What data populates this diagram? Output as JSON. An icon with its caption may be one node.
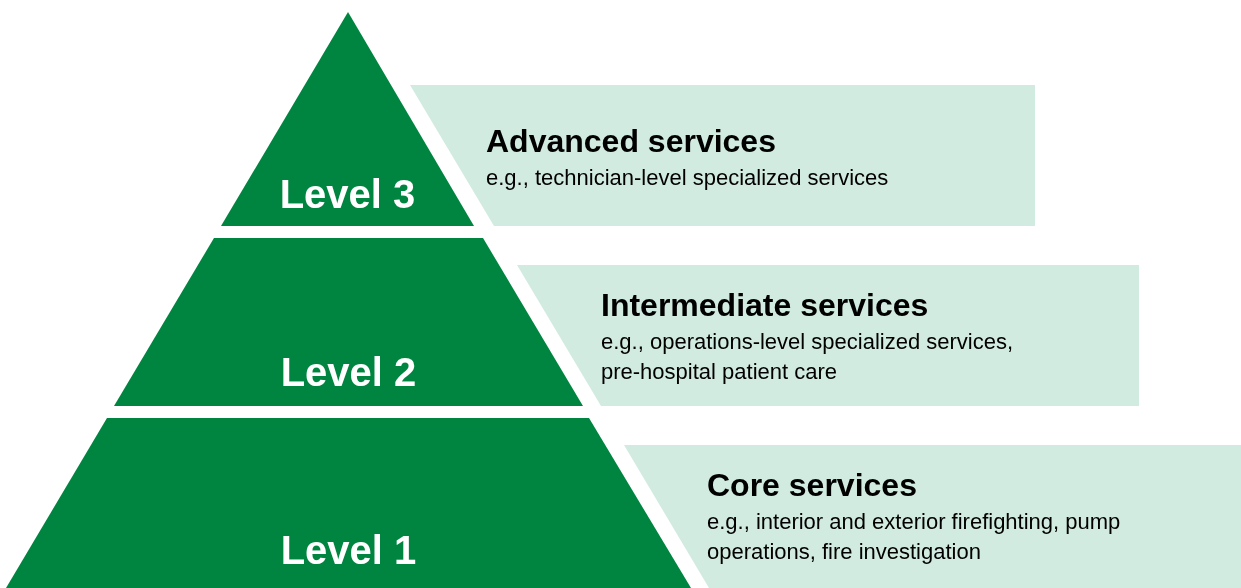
{
  "diagram": {
    "nodes": [
      {
        "text": [
          "Level 3"
        ]
      },
      {
        "text": [
          "Advanced services",
          "e.g., technician-level specialized services"
        ]
      },
      {
        "text": [
          "Level 2"
        ]
      },
      {
        "text": [
          "Intermediate services",
          "e.g., operations-level specialized services, pre-hospital patient care"
        ]
      },
      {
        "text": [
          "Level 1"
        ]
      },
      {
        "text": [
          "Core services",
          "e.g., interior and exterior firefighting, pump operations, fire investigation"
        ]
      }
    ],
    "edges": []
  }
}
